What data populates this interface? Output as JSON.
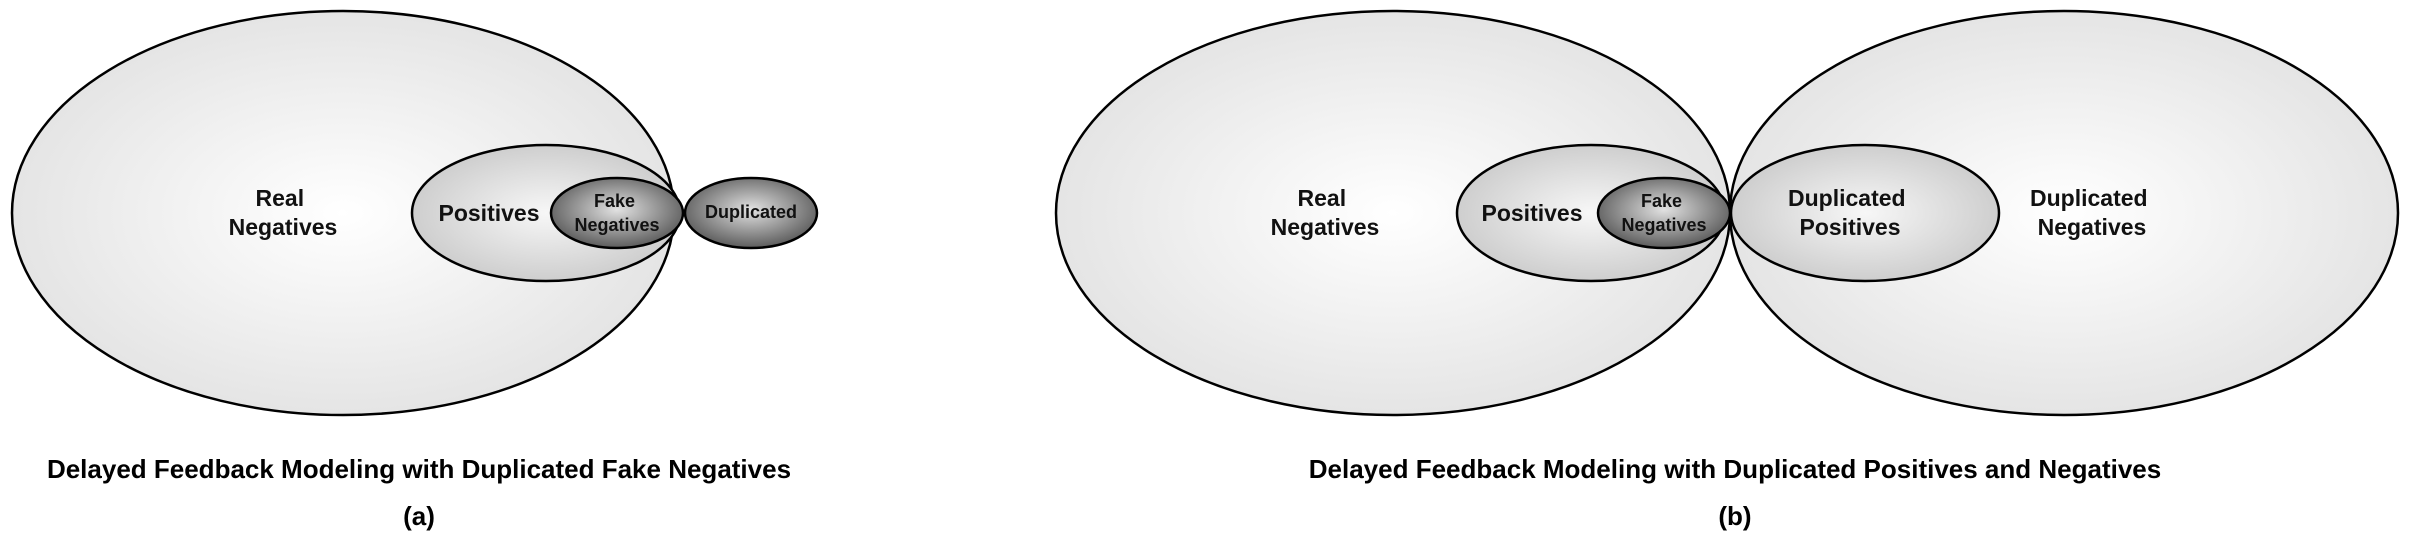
{
  "panel_a": {
    "real_negatives": [
      "Real",
      "Negatives"
    ],
    "positives": "Positives",
    "fake_negatives": [
      "Fake",
      "Negatives"
    ],
    "duplicated": "Duplicated",
    "title": "Delayed Feedback Modeling with Duplicated Fake Negatives",
    "tag": "(a)"
  },
  "panel_b": {
    "real_negatives": [
      "Real",
      "Negatives"
    ],
    "positives": "Positives",
    "fake_negatives": [
      "Fake",
      "Negatives"
    ],
    "duplicated_positives": [
      "Duplicated",
      "Positives"
    ],
    "duplicated_negatives": [
      "Duplicated",
      "Negatives"
    ],
    "title": "Delayed Feedback Modeling with Duplicated Positives and Negatives",
    "tag": "(b)"
  },
  "colors": {
    "light_fill": "#e6e6e6",
    "light_center": "#ffffff",
    "mid_fill": "#c8c8c8",
    "dark_fill": "#555555",
    "dark_center": "#e0e0e0",
    "stroke": "#000000"
  }
}
